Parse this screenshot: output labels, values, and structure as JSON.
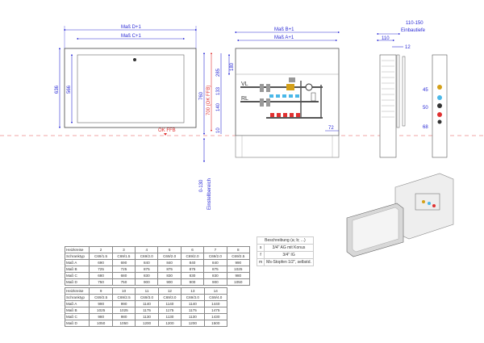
{
  "front_view": {
    "dim_d": "Maß D+1",
    "dim_c": "Maß C+1",
    "height_outer": "636",
    "height_inner": "566",
    "floor_label": "OK FFB"
  },
  "manifold_view": {
    "dim_b": "Maß B+1",
    "dim_a": "Maß A+1",
    "height_total": "760",
    "height_ffb": "700 (OK FFB)",
    "d285": "285",
    "d180": "180",
    "d133": "133",
    "d140": "140",
    "d10": "10",
    "d72": "72",
    "vl": "VL",
    "rl": "RL",
    "adjust_range": "0-130",
    "adjust_label": "Einstellbereich"
  },
  "side_view": {
    "depth_range": "110-150",
    "depth_label": "Einbautiefe",
    "d110": "110",
    "d12": "12",
    "d45": "45",
    "d50": "50",
    "d68": "68"
  },
  "legend": {
    "header": "Beschreibung (a; b; ...)",
    "rows": [
      {
        "key": "s",
        "text": "3/4\" AG mit Konus"
      },
      {
        "key": "f",
        "text": "3/4\" IG"
      },
      {
        "key": "m",
        "text": "Ms-Stopfen 1/2\", selbstd."
      }
    ]
  },
  "table1": {
    "rows": [
      {
        "label": "Heizkreise",
        "values": [
          "2",
          "3",
          "4",
          "5",
          "6",
          "7",
          "8"
        ]
      },
      {
        "label": "Schranktyp",
        "values": [
          "C69/1.5",
          "C69/1.5",
          "C69/2.0",
          "C69/2.0",
          "C69/2.0",
          "C69/2.0",
          "C69/2.5"
        ]
      },
      {
        "label": "Maß A",
        "values": [
          "690",
          "690",
          "840",
          "840",
          "840",
          "840",
          "990"
        ]
      },
      {
        "label": "Maß B",
        "values": [
          "725",
          "725",
          "875",
          "875",
          "875",
          "875",
          "1025"
        ]
      },
      {
        "label": "Maß C",
        "values": [
          "680",
          "680",
          "830",
          "830",
          "830",
          "830",
          "980"
        ]
      },
      {
        "label": "Maß D",
        "values": [
          "750",
          "750",
          "900",
          "900",
          "900",
          "900",
          "1050"
        ]
      }
    ]
  },
  "table2": {
    "rows": [
      {
        "label": "Heizkreise",
        "values": [
          "9",
          "10",
          "11",
          "12",
          "13",
          "14"
        ]
      },
      {
        "label": "Schranktyp",
        "values": [
          "C69/2.5",
          "C69/2.5",
          "C69/3.0",
          "C69/3.0",
          "C69/3.0",
          "C69/4.0"
        ]
      },
      {
        "label": "Maß A",
        "values": [
          "990",
          "990",
          "1140",
          "1140",
          "1140",
          "1440"
        ]
      },
      {
        "label": "Maß B",
        "values": [
          "1025",
          "1025",
          "1175",
          "1175",
          "1175",
          "1475"
        ]
      },
      {
        "label": "Maß C",
        "values": [
          "980",
          "980",
          "1130",
          "1130",
          "1130",
          "1430"
        ]
      },
      {
        "label": "Maß D",
        "values": [
          "1050",
          "1050",
          "1200",
          "1200",
          "1200",
          "1500"
        ]
      }
    ]
  },
  "colors": {
    "dimension": "#2b2bd6",
    "floor_line": "#e03030"
  }
}
